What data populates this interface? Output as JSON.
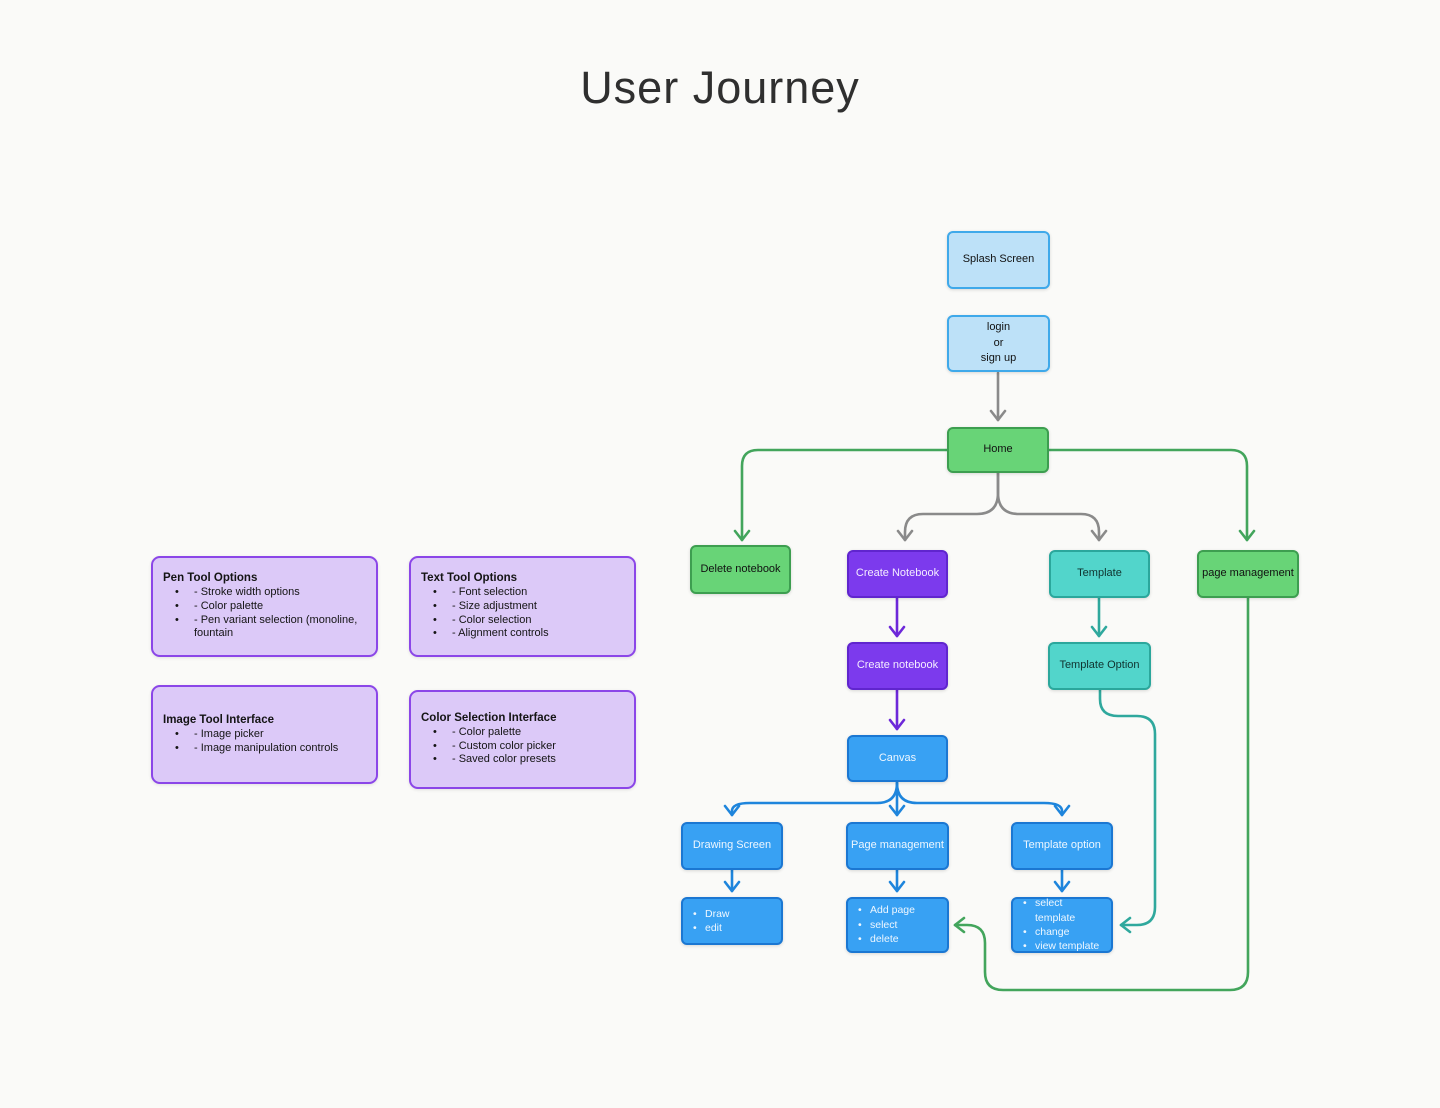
{
  "title": "User Journey",
  "colors": {
    "background": "#fafaf8",
    "light_blue_fill": "#bde1f8",
    "light_blue_border": "#3fa9ea",
    "green_fill": "#68d477",
    "green_border": "#3d9e50",
    "purple_fill": "#7c3aed",
    "purple_border": "#6025ce",
    "teal_fill": "#52d5cb",
    "teal_border": "#2ba79c",
    "blue_fill": "#38a1f3",
    "blue_border": "#1b77d2",
    "note_fill": "#dcc9f8",
    "note_border": "#8b46e8",
    "connector_gray": "#8a8a8a",
    "connector_green": "#43a55c",
    "connector_purple": "#6d28d9",
    "connector_teal": "#2fa89d",
    "connector_blue": "#1e85dc"
  },
  "notes": {
    "pen_tool": {
      "title": "Pen Tool Options",
      "items": [
        "- Stroke width options",
        "- Color palette",
        "- Pen variant selection (monoline, fountain"
      ]
    },
    "text_tool": {
      "title": "Text Tool Options",
      "items": [
        "- Font selection",
        "- Size adjustment",
        "- Color selection",
        "- Alignment controls"
      ]
    },
    "image_tool": {
      "title": "Image Tool Interface",
      "items": [
        "- Image picker",
        "- Image manipulation controls"
      ]
    },
    "color_selection": {
      "title": "Color Selection Interface",
      "items": [
        "- Color palette",
        "- Custom color picker",
        "- Saved color presets"
      ]
    }
  },
  "flow": {
    "splash": "Splash Screen",
    "login": [
      "login",
      "or",
      "sign up"
    ],
    "home": "Home",
    "delete_notebook": "Delete notebook",
    "create_notebook_top": "Create Notebook",
    "template": "Template",
    "page_management_top": "page management",
    "create_notebook_mid": "Create notebook",
    "template_option_mid": "Template Option",
    "canvas": "Canvas",
    "drawing_screen": "Drawing Screen",
    "page_management_mid": "Page management",
    "template_option_low": "Template option",
    "draw_edit": {
      "items": [
        "Draw",
        "edit"
      ]
    },
    "add_page": {
      "items": [
        "Add page",
        "select",
        "delete"
      ]
    },
    "select_template": {
      "items": [
        "select template",
        "change",
        "view template"
      ]
    }
  }
}
